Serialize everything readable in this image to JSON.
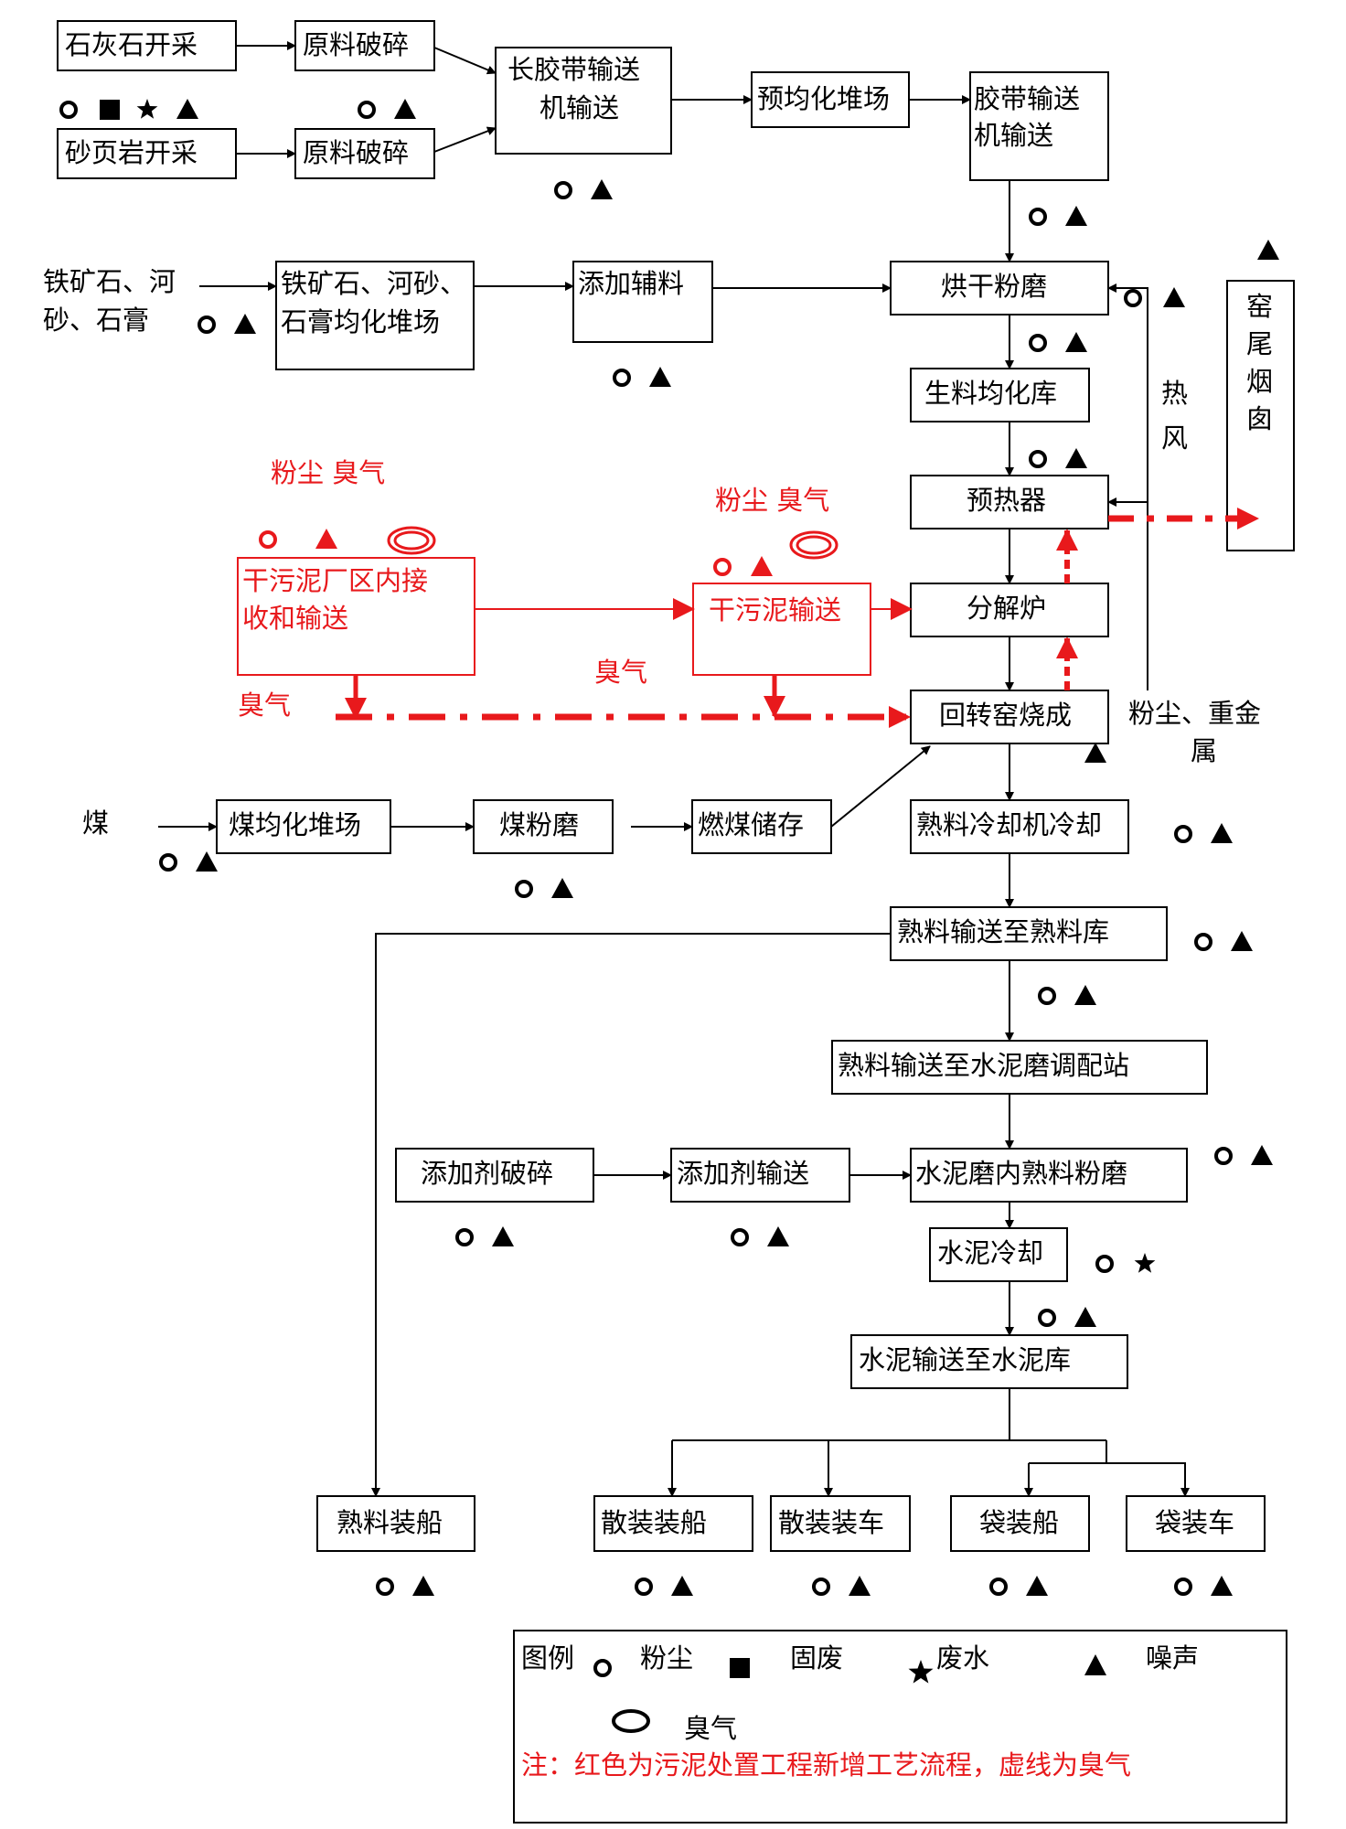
{
  "nodes": {
    "limestone_mining": "石灰石开采",
    "raw_crush_1": "原料破碎",
    "shale_mining": "砂页岩开采",
    "raw_crush_2": "原料破碎",
    "long_belt": [
      "长胶带输送",
      "机输送"
    ],
    "pre_homogenize": "预均化堆场",
    "belt_conveyor": [
      "胶带输送",
      "机输送"
    ],
    "iron_input": [
      "铁矿石、河",
      "砂、石膏"
    ],
    "iron_stockpile": [
      "铁矿石、河砂、",
      "石膏均化堆场"
    ],
    "add_aux": "添加辅料",
    "dry_grind": "烘干粉磨",
    "raw_silo": "生料均化库",
    "preheater": "预热器",
    "calciner": "分解炉",
    "rotary_kiln": "回转窑烧成",
    "kiln_chimney": [
      "窑",
      "尾",
      "烟",
      "囱"
    ],
    "hot_air": [
      "热",
      "风"
    ],
    "dust_metal": [
      "粉尘、重金",
      "属"
    ],
    "sludge_receive": [
      "干污泥厂区内接",
      "收和输送"
    ],
    "sludge_convey": "干污泥输送",
    "coal": "煤",
    "coal_stockpile": "煤均化堆场",
    "coal_mill": "煤粉磨",
    "coal_storage": "燃煤储存",
    "clinker_cooler": "熟料冷却机冷却",
    "clinker_to_silo": "熟料输送至熟料库",
    "clinker_to_station": "熟料输送至水泥磨调配站",
    "additive_crush": "添加剂破碎",
    "additive_convey": "添加剂输送",
    "cement_mill": "水泥磨内熟料粉磨",
    "cement_cool": "水泥冷却",
    "cement_to_silo": "水泥输送至水泥库",
    "clinker_ship": "熟料装船",
    "bulk_ship": "散装装船",
    "bulk_truck": "散装装车",
    "bag_ship": "袋装船",
    "bag_truck": "袋装车"
  },
  "annotations": {
    "dust_odor_1": "粉尘 臭气",
    "dust_odor_2": "粉尘 臭气",
    "odor_1": "臭气",
    "odor_2": "臭气"
  },
  "legend": {
    "title": "图例",
    "dust": "粉尘",
    "solid_waste": "固废",
    "wastewater": "废水",
    "noise": "噪声",
    "odor": "臭气",
    "note": "注：红色为污泥处置工程新增工艺流程，虚线为臭气"
  },
  "colors": {
    "ink": "#000000",
    "red": "#e8191c"
  }
}
